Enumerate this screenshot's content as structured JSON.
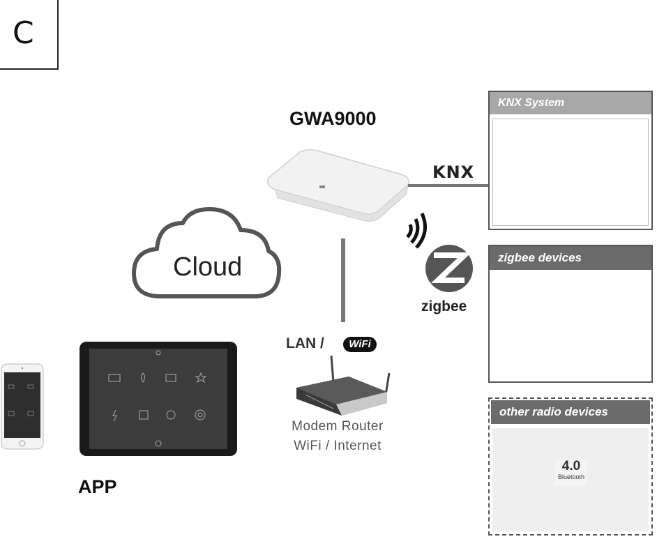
{
  "corner": {
    "letter": "C"
  },
  "hub": {
    "title": "GWA9000"
  },
  "cloud": {
    "label": "Cloud"
  },
  "network": {
    "lan_label": "LAN /",
    "wifi_badge": "WiFi"
  },
  "modem": {
    "line1": "Modem  Router",
    "line2": "WiFi / Internet"
  },
  "app": {
    "label": "APP"
  },
  "knx": {
    "panel_title": "KNX System",
    "logo": "KNX"
  },
  "zigbee": {
    "panel_title": "zigbee devices",
    "logo_text": "zigbee"
  },
  "other": {
    "panel_title": "other radio  devices",
    "bt_version": "4.0",
    "bt_label": "Bluetooth"
  },
  "colors": {
    "panel_header_dark": "#6b6b6b",
    "panel_header_light": "#a8a8a8",
    "line": "#777777",
    "tablet": "#1a1a1a",
    "tablet_screen": "#3c3c3c"
  },
  "icons": [
    "gateway-device-icon",
    "cloud-icon",
    "router-icon",
    "wireless-signal-icon",
    "zigbee-logo-icon",
    "knx-switch-icon",
    "zigbee-sensor-icon",
    "smart-plug-icon",
    "bluetooth-badge-icon"
  ]
}
